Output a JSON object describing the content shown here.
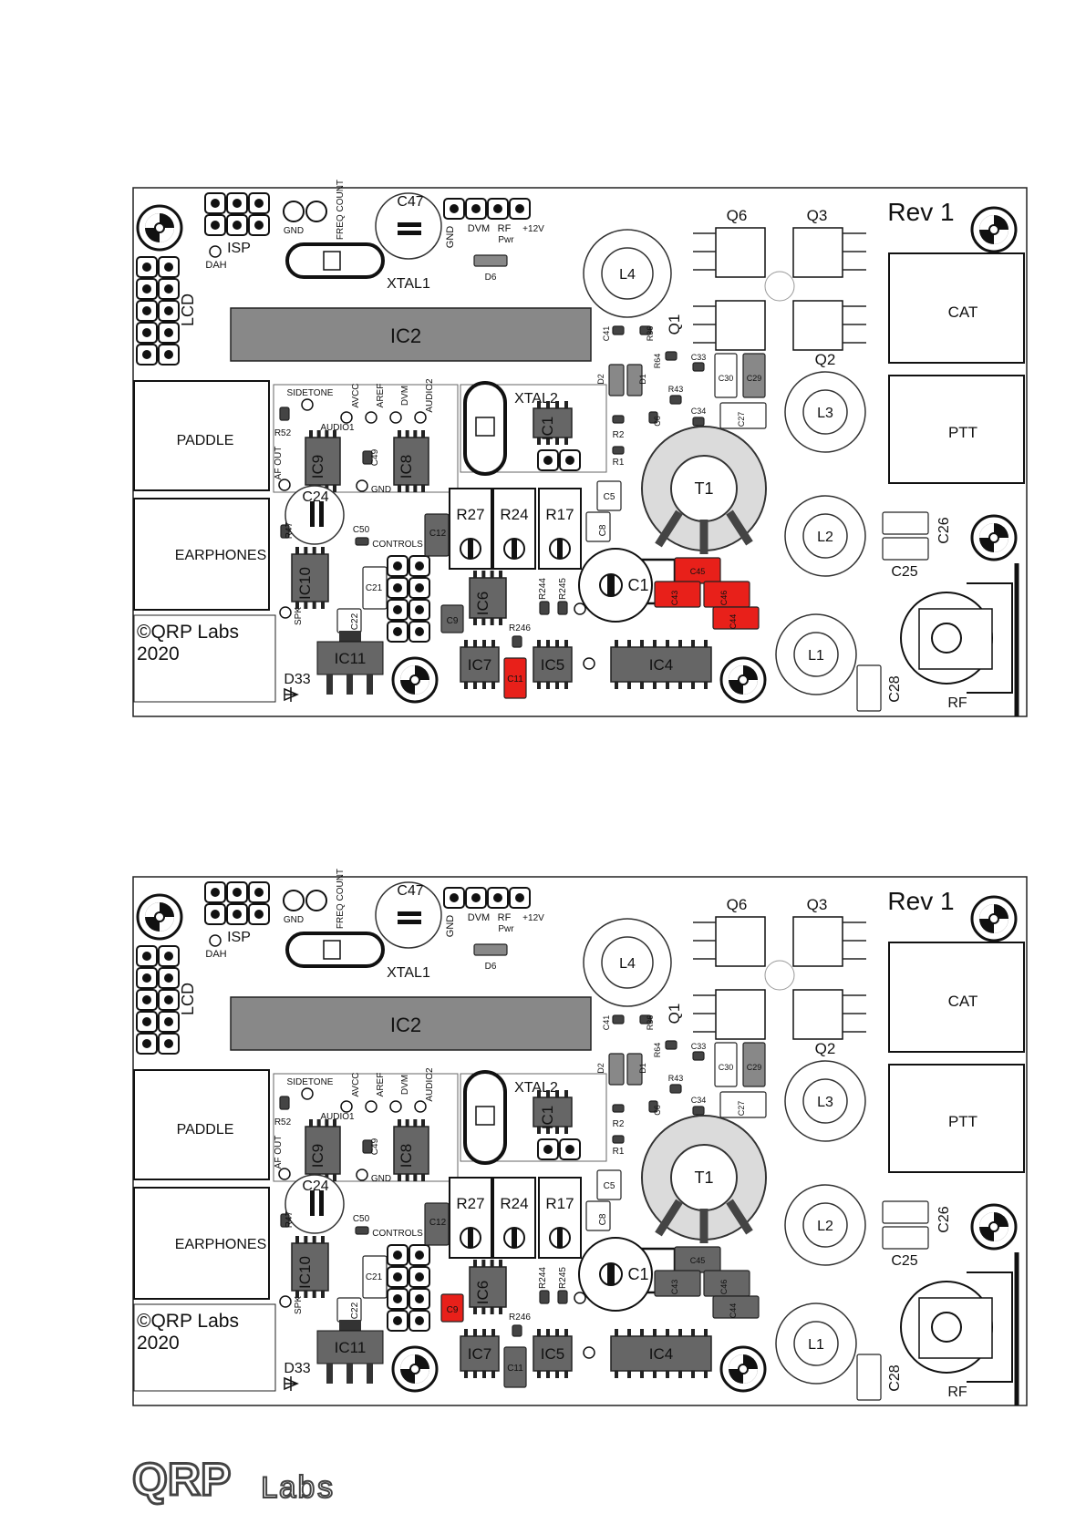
{
  "boards": [
    {
      "name": "top",
      "highlights": [
        "C45",
        "C43",
        "C46",
        "C44",
        "C11"
      ],
      "highlight_color": "#e8201a"
    },
    {
      "name": "bottom",
      "highlights": [
        "C9"
      ],
      "highlight_color": "#e8201a"
    }
  ],
  "labels": {
    "rev": "Rev 1",
    "ic2": "IC2",
    "xtal1": "XTAL1",
    "xtal2": "XTAL2",
    "isp": "ISP",
    "dah": "DAH",
    "lcd": "LCD",
    "gnd": "GND",
    "freq_count": "FREQ COUNT",
    "c47": "C47",
    "gnd2": "GND",
    "dvm": "DVM",
    "rf": "RF",
    "pwr": "Pwr",
    "v12": "+12V",
    "d6": "D6",
    "l4": "L4",
    "l3": "L3",
    "l2": "L2",
    "l1": "L1",
    "q6": "Q6",
    "q3": "Q3",
    "q1": "Q1",
    "q2": "Q2",
    "t1": "T1",
    "c1": "C1",
    "cat": "CAT",
    "ptt": "PTT",
    "paddle": "PADDLE",
    "earphones": "EARPHONES",
    "copyright": "©QRP Labs",
    "year": "2020",
    "sidetone": "SIDETONE",
    "avcc": "AVCC",
    "aref": "AREF",
    "dvm2": "DVM",
    "audio2": "AUDIO2",
    "audio1": "AUDIO1",
    "r52": "R52",
    "af_out": "AF OUT",
    "ic9": "IC9",
    "c49": "C49",
    "ic8": "IC8",
    "gnd3": "GND",
    "c24": "C24",
    "r47": "R47",
    "c50": "C50",
    "controls": "CONTROLS",
    "ic10": "IC10",
    "c21": "C21",
    "c22": "C22",
    "spk": "SPK",
    "ic11": "IC11",
    "d33": "D33",
    "c12": "C12",
    "r27": "R27",
    "r24": "R24",
    "r17": "R17",
    "ic1": "IC1",
    "c5": "C5",
    "c8": "C8",
    "ic6": "IC6",
    "c9": "C9",
    "r244": "R244",
    "r245": "R245",
    "r246": "R246",
    "ic7": "IC7",
    "c11": "C11",
    "ic5": "IC5",
    "ic4": "IC4",
    "c45": "C45",
    "c43": "C43",
    "c46": "C46",
    "c44": "C44",
    "c41": "C41",
    "r36": "R36",
    "r64": "R64",
    "c33": "C33",
    "c30": "C30",
    "c29": "C29",
    "d2": "D2",
    "d1": "D1",
    "r43": "R43",
    "c34": "C34",
    "c27": "C27",
    "c6": "C6",
    "r2": "R2",
    "r1": "R1",
    "c26": "C26",
    "c25": "C25",
    "c28": "C28",
    "rf_conn": "RF"
  },
  "footer": {
    "logo_main": "QRP",
    "logo_sub": "Labs"
  }
}
